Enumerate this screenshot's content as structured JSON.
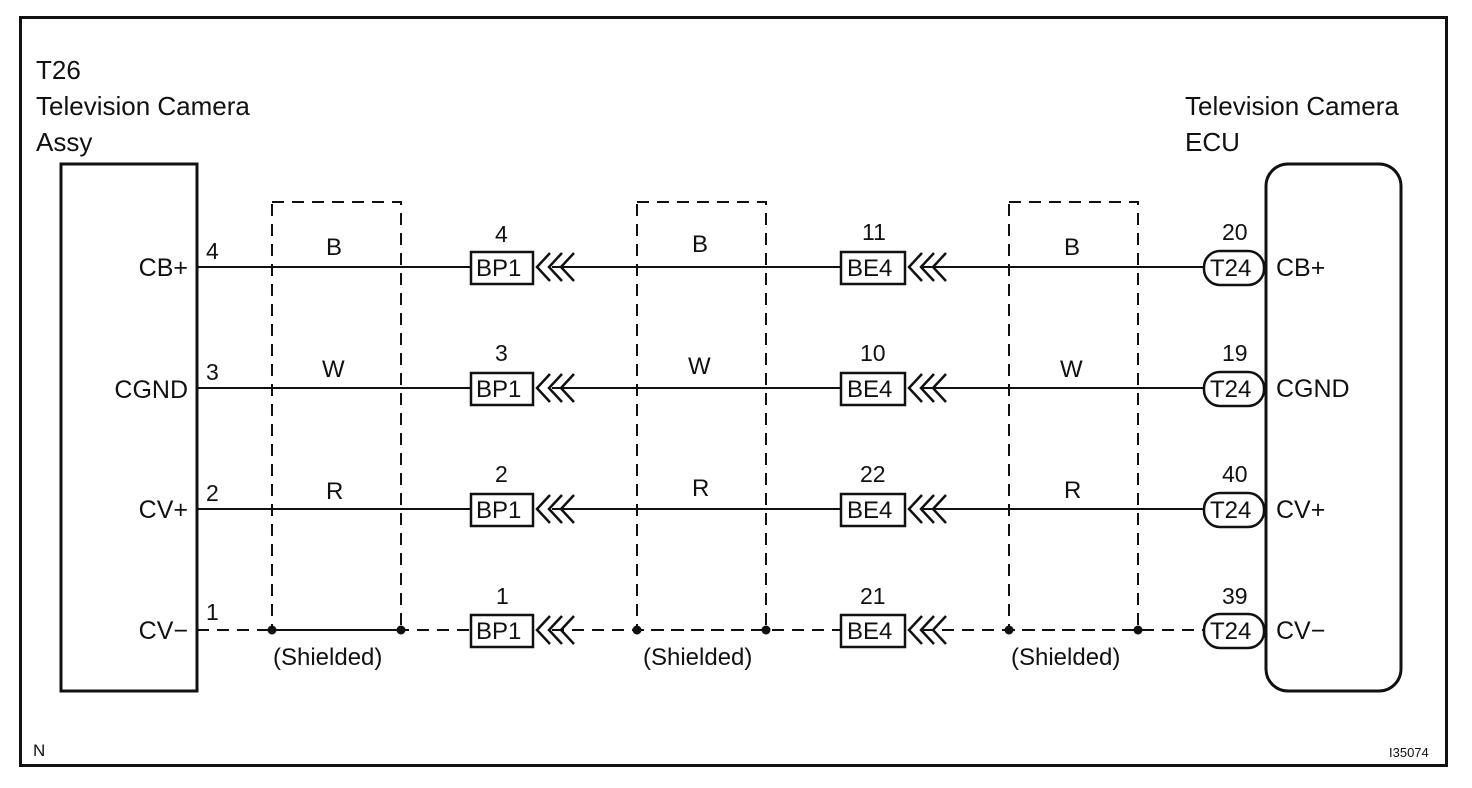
{
  "left_component": {
    "code": "T26",
    "name_line1": "Television Camera",
    "name_line2": "Assy"
  },
  "right_component": {
    "name_line1": "Television Camera",
    "name_line2": "ECU"
  },
  "circuits": [
    {
      "signal": "CB+",
      "left_pin": "4",
      "wire_color": "B",
      "bp1_pin": "4",
      "be4_pin": "11",
      "t24_pin": "20"
    },
    {
      "signal": "CGND",
      "left_pin": "3",
      "wire_color": "W",
      "bp1_pin": "3",
      "be4_pin": "10",
      "t24_pin": "19"
    },
    {
      "signal": "CV+",
      "left_pin": "2",
      "wire_color": "R",
      "bp1_pin": "2",
      "be4_pin": "22",
      "t24_pin": "40"
    },
    {
      "signal": "CV−",
      "left_pin": "1",
      "wire_color": "",
      "bp1_pin": "1",
      "be4_pin": "21",
      "t24_pin": "39"
    }
  ],
  "connectors": {
    "bp1": "BP1",
    "be4": "BE4",
    "t24": "T24"
  },
  "shield_label": "(Shielded)",
  "corner_left": "N",
  "corner_right": "I35074"
}
